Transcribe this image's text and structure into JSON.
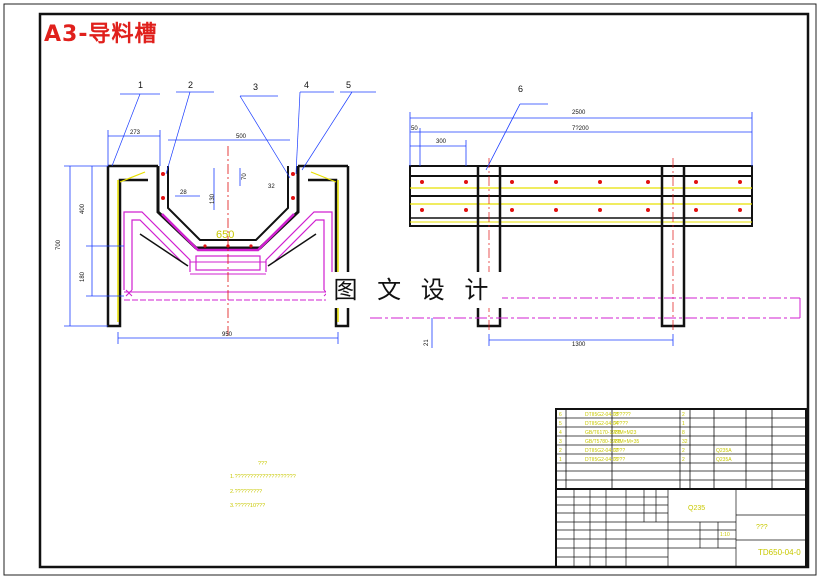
{
  "drawing": {
    "title": "A3-导料槽",
    "watermark": "图 文 设 计"
  },
  "callouts": [
    "1",
    "2",
    "3",
    "4",
    "5",
    "6"
  ],
  "front_view": {
    "dim_273": "273",
    "dim_500": "500",
    "dim_950": "950",
    "dim_700": "700",
    "dim_400": "400",
    "dim_180": "180",
    "dim_28": "28",
    "dim_130": "130",
    "dim_70": "70",
    "dim_32": "32",
    "belt_label": "650"
  },
  "side_view": {
    "dim_2500": "2500",
    "dim_7200": "7?200",
    "dim_50": "50",
    "dim_300": "300",
    "dim_1300": "1300",
    "dim_21": "21"
  },
  "notes": {
    "heading": "???",
    "line1": "1.????????????????????",
    "line2": "2.?????????",
    "line3": "3.?????10???"
  },
  "bom": [
    {
      "no": "6",
      "code": "DTII5G2-04-03",
      "name": "??????",
      "qty": "2",
      "material": ""
    },
    {
      "no": "5",
      "code": "DTII5G2-04-04",
      "name": "?????",
      "qty": "1",
      "material": ""
    },
    {
      "no": "4",
      "code": "GB/T6170-1986",
      "name": "??M×M23",
      "qty": "8",
      "material": ""
    },
    {
      "no": "3",
      "code": "GB/T5780-1986",
      "name": "??M×M×35",
      "qty": "32",
      "material": ""
    },
    {
      "no": "2",
      "code": "DTII5G2-04-02",
      "name": "????",
      "qty": "2",
      "material": "Q235A"
    },
    {
      "no": "1",
      "code": "DTII5G2-04-01",
      "name": "????",
      "qty": "2",
      "material": "Q235A"
    }
  ],
  "title_block": {
    "material": "Q235",
    "name": "???",
    "drawing_no": "TD650-04-0",
    "scale": "1:10"
  }
}
